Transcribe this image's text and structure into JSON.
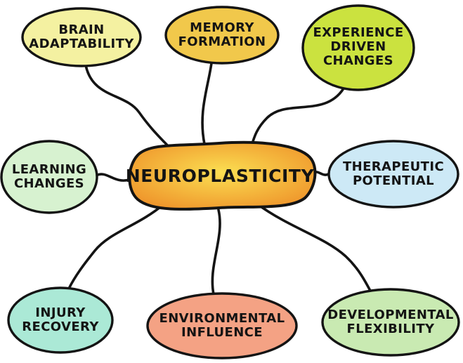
{
  "title": "Neuroplasticity mind map",
  "background_color": "#ffffff",
  "line_color": "#141414",
  "center": {
    "label": "NEUROPLASTICITY",
    "gradient_center": "#fbdf52",
    "gradient_edge": "#ed8b26",
    "text_color": "#141414"
  },
  "nodes": [
    {
      "id": "brain-adaptability",
      "label": "BRAIN\nADAPTABILITY",
      "color": "#f4f1a1"
    },
    {
      "id": "memory-formation",
      "label": "MEMORY\nFORMATION",
      "color": "#f1c84b"
    },
    {
      "id": "experience-driven-changes",
      "label": "EXPERIENCE\nDRIVEN\nCHANGES",
      "color": "#cbe23f"
    },
    {
      "id": "learning-changes",
      "label": "LEARNING\nCHANGES",
      "color": "#d7f2d0"
    },
    {
      "id": "therapeutic-potential",
      "label": "THERAPEUTIC\nPOTENTIAL",
      "color": "#cde9f6"
    },
    {
      "id": "injury-recovery",
      "label": "INJURY\nRECOVERY",
      "color": "#abe9d6"
    },
    {
      "id": "environmental-influence",
      "label": "ENVIRONMENTAL\nINFLUENCE",
      "color": "#f4a284"
    },
    {
      "id": "developmental-flexibility",
      "label": "DEVELOPMENTAL\nFLEXIBILITY",
      "color": "#c9eab2"
    }
  ]
}
